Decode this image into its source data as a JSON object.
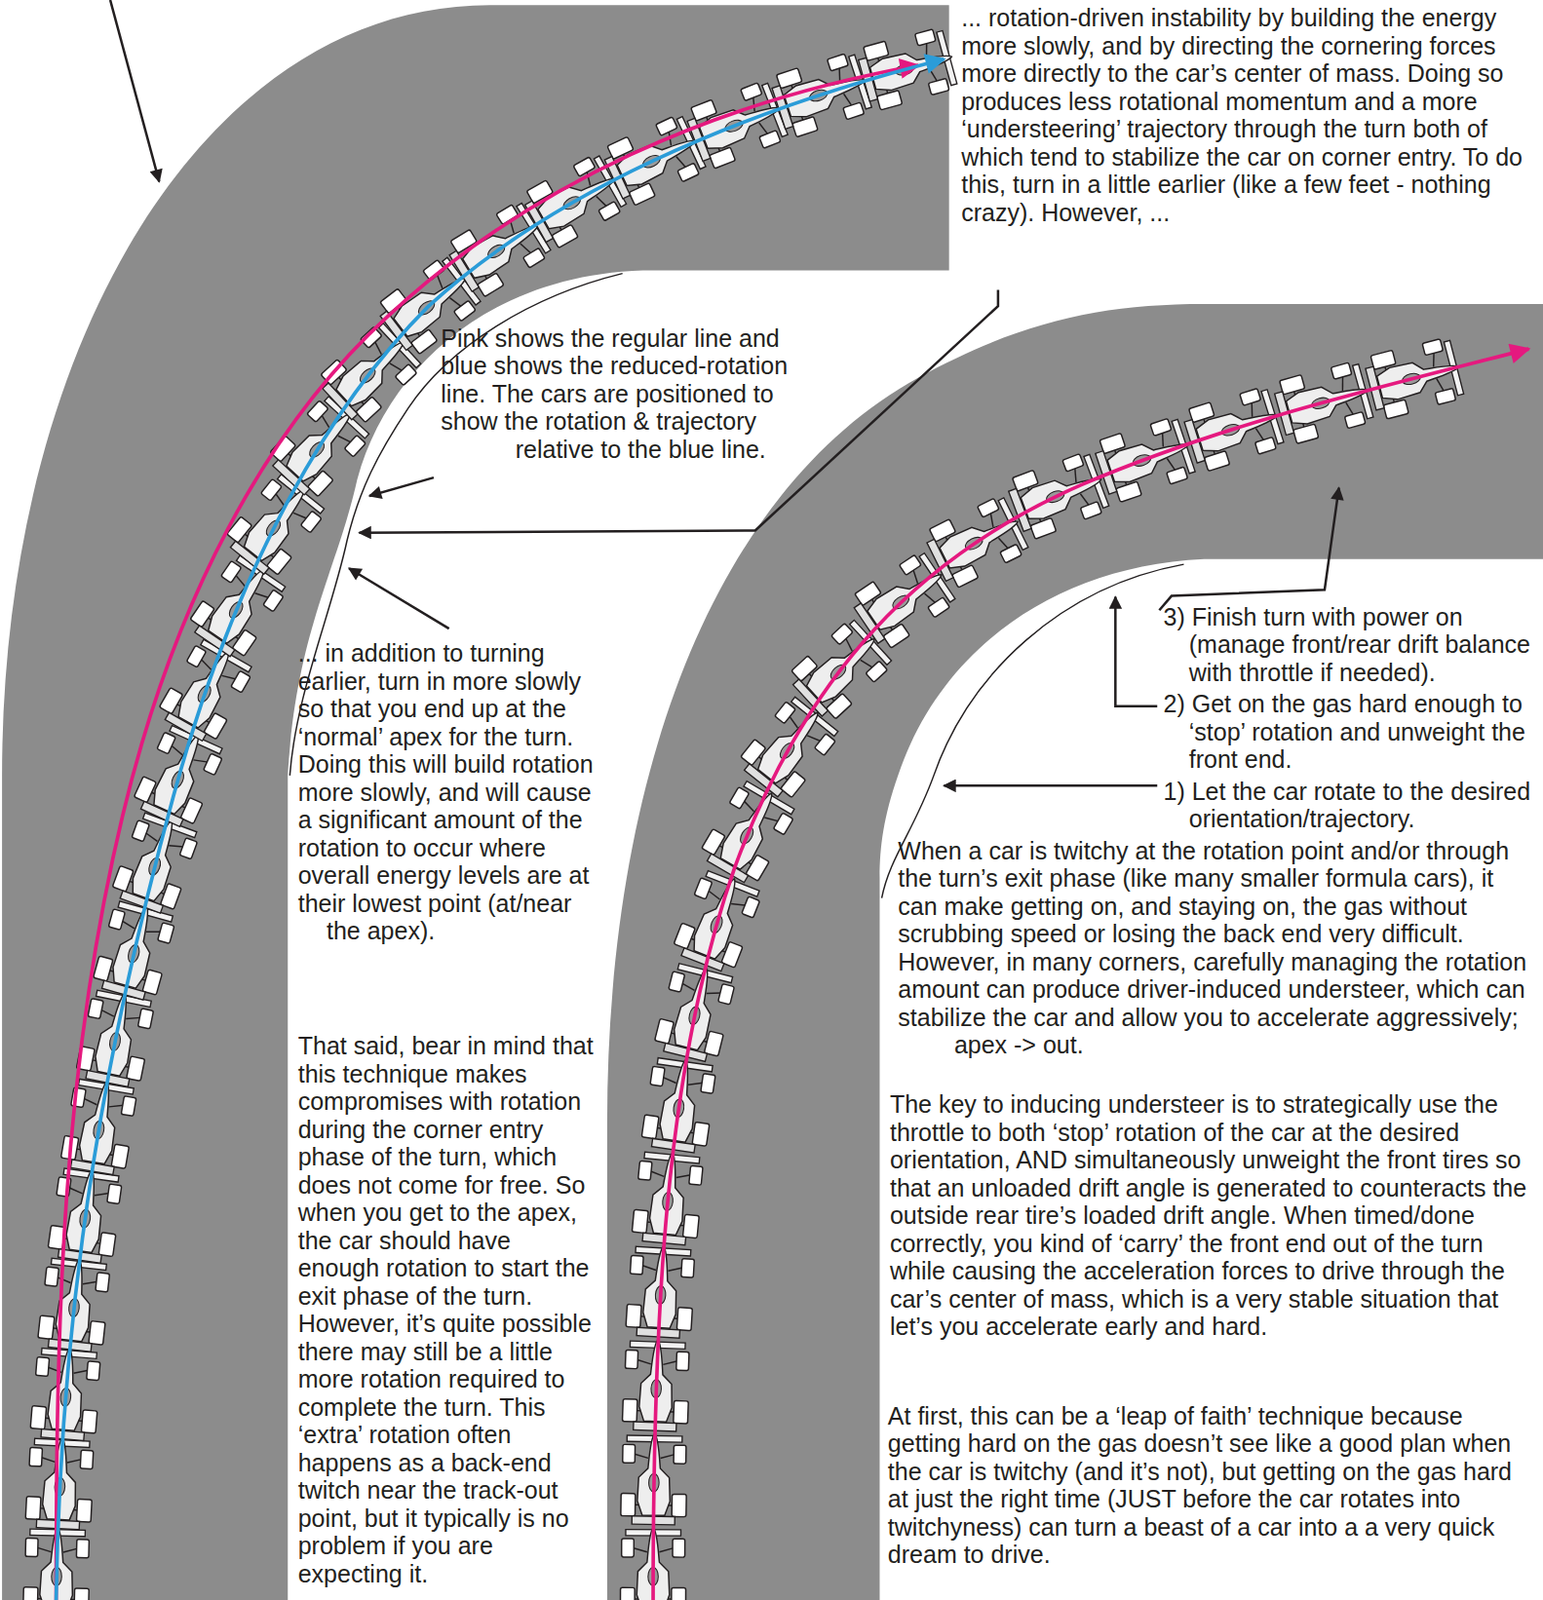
{
  "diagram": {
    "labels": [
      "... rotation-driven instability by building the energy more slowly, and by directing the cornering forces more directly to the car’s center of mass. Doing so produces less rotational momentum and a more ‘understeering’ trajectory through the turn both of which tend to stabilize the car on corner entry. To do this, turn in a little earlier (like a few feet - nothing crazy). However, ...",
      "Pink shows the regular line and blue shows the reduced-rotation line. The cars are positioned to show the rotation & trajectory relative to the blue line.",
      "... in addition to turning earlier, turn in more slowly so that you end up at the ‘normal’ apex for the turn. Doing this will build rotation more slowly, and will cause a significant amount of the rotation to occur where overall energy levels are at their lowest point (at/near the apex).",
      "That said, bear in mind that this technique makes compromises with rotation during the corner entry phase of the turn, which does not come for free. So when you get to the apex, the car should have enough rotation to start the exit phase of the turn. However, it’s quite possible there may still be a little more rotation required to complete the turn. This ‘extra’ rotation often happens as a back-end twitch near the track-out point, but it typically is no problem if you are expecting it.",
      "3) Finish turn with power on (manage front/rear drift balance with throttle if needed).",
      "2) Get on the gas hard enough to ‘stop’ rotation and unweight the front end.",
      "1) Let the car rotate to the desired orientation/trajectory.",
      "When a car is twitchy at the rotation point and/or through the turn’s exit phase (like many smaller formula cars), it can make getting on, and staying on, the gas without scrubbing speed or losing the back end very difficult. However, in many corners, carefully managing the rotation amount can produce driver-induced understeer, which can stabilize the car and allow you to accelerate aggressively; apex -> out.",
      "The key to inducing understeer is to strategically use the throttle to both ‘stop’ rotation of the car at the desired orientation, AND simultaneously unweight the front tires so that an unloaded drift angle is generated to counteracts the outside rear tire’s loaded drift angle. When timed/done correctly, you kind of ‘carry’ the front end out of the turn while causing the acceleration forces to drive through the car’s center of mass, which is a very stable situation that let’s you accelerate early and hard.",
      "At first, this can be a ‘leap of faith’ technique because getting hard on the gas doesn’t see like a good plan when the car is twitchy (and it’s not), but getting on the gas hard at just the right time (JUST before the car rotates into twitchyness) can turn a beast of a car into a a very quick dream to drive."
    ]
  }
}
